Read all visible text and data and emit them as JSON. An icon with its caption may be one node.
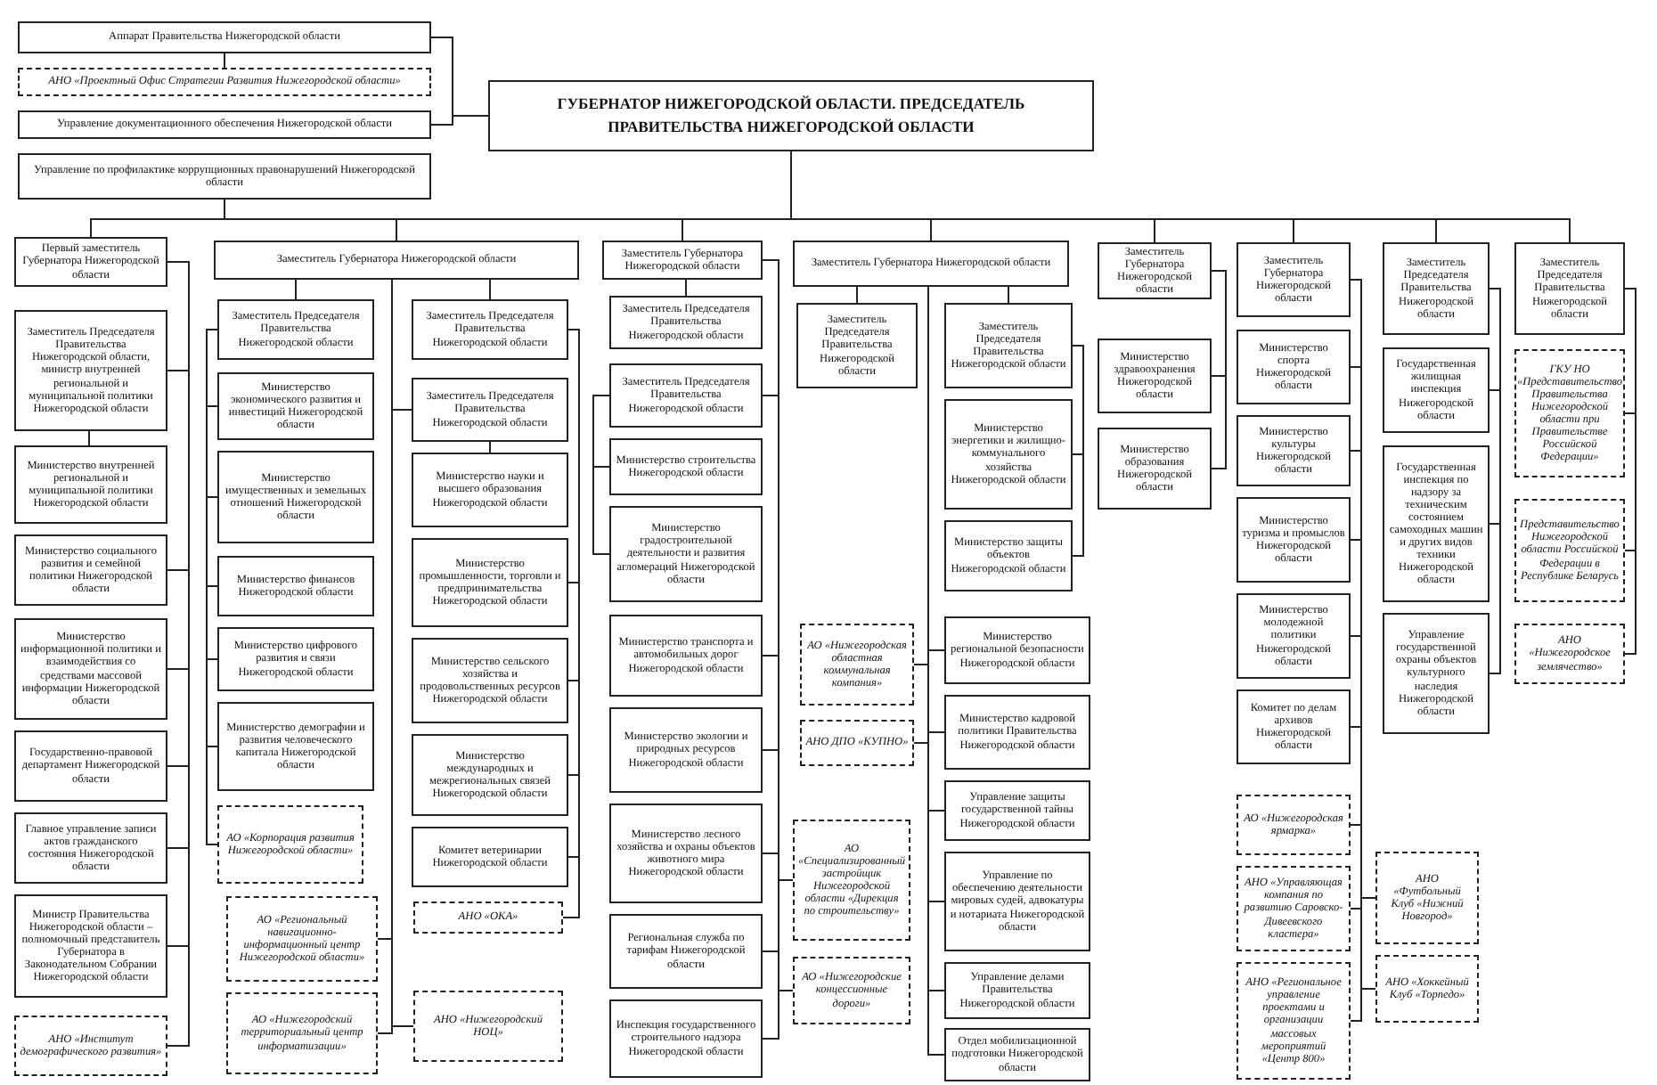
{
  "diagram": {
    "nodes": [
      {
        "text": [
          "ГУБЕРНАТОР НИЖЕГОРОДСКОЙ ОБЛАСТИ. ПРЕДСЕДАТЕЛЬ ПРАВИТЕЛЬСТВА НИЖЕГОРОДСКОЙ ОБЛАСТИ"
        ]
      },
      {
        "text": [
          "Аппарат Правительства Нижегородской области"
        ]
      },
      {
        "text": [
          "АНО «Проектный Офис Стратегии Развития Нижегородской области»"
        ]
      },
      {
        "text": [
          "Управление документационного обеспечения Нижегородской области"
        ]
      },
      {
        "text": [
          "Управление по профилактике коррупционных правонарушений Нижегородской области"
        ]
      },
      {
        "text": [
          "Первый заместитель Губернатора Нижегородской области"
        ]
      },
      {
        "text": [
          "Заместитель Губернатора Нижегородской области"
        ]
      },
      {
        "text": [
          "Заместитель Губернатора Нижегородской области"
        ]
      },
      {
        "text": [
          "Заместитель Губернатора Нижегородской области"
        ]
      },
      {
        "text": [
          "Заместитель Губернатора Нижегородской области"
        ]
      },
      {
        "text": [
          "Заместитель Губернатора Нижегородской области"
        ]
      },
      {
        "text": [
          "Заместитель Председателя Правительства Нижегородской области"
        ]
      },
      {
        "text": [
          "Заместитель Председателя Правительства Нижегородской области"
        ]
      },
      {
        "text": [
          "Заместитель Председателя Правительства Нижегородской области, министр внутренней региональной и муниципальной политики Нижегородской области"
        ]
      },
      {
        "text": [
          "Министерство внутренней региональной и муниципальной политики Нижегородской области"
        ]
      },
      {
        "text": [
          "Министерство социального развития и семейной политики Нижегородской области"
        ]
      },
      {
        "text": [
          "Министерство информационной политики и взаимодействия со средствами массовой информации Нижегородской области"
        ]
      },
      {
        "text": [
          "Государственно-правовой департамент Нижегородской области"
        ]
      },
      {
        "text": [
          "Главное управление записи актов гражданского состояния Нижегородской области"
        ]
      },
      {
        "text": [
          "Министр Правительства Нижегородской области – полномочный представитель Губернатора в Законодательном Собрании Нижегородской области"
        ]
      },
      {
        "text": [
          "АНО «Институт демографического развития»"
        ]
      },
      {
        "text": [
          "Заместитель Председателя Правительства Нижегородской области"
        ]
      },
      {
        "text": [
          "Министерство экономического развития и инвестиций Нижегородской области"
        ]
      },
      {
        "text": [
          "Министерство имущественных и земельных отношений Нижегородской области"
        ]
      },
      {
        "text": [
          "Министерство финансов Нижегородской области"
        ]
      },
      {
        "text": [
          "Министерство цифрового развития и связи Нижегородской области"
        ]
      },
      {
        "text": [
          "Министерство демографии и развития человеческого капитала Нижегородской области"
        ]
      },
      {
        "text": [
          "АО «Корпорация развития Нижегородской области»"
        ]
      },
      {
        "text": [
          "АО «Региональный навигационно-информационный центр Нижегородской области»"
        ]
      },
      {
        "text": [
          "АО «Нижегородский территориальный центр информатизации»"
        ]
      },
      {
        "text": [
          "Заместитель Председателя Правительства Нижегородской области"
        ]
      },
      {
        "text": [
          "Заместитель Председателя Правительства Нижегородской области"
        ]
      },
      {
        "text": [
          "Министерство науки и высшего образования Нижегородской области"
        ]
      },
      {
        "text": [
          "Министерство промышленности, торговли и предпринимательства Нижегородской области"
        ]
      },
      {
        "text": [
          "Министерство сельского хозяйства и продовольственных ресурсов Нижегородской области"
        ]
      },
      {
        "text": [
          "Министерство международных и межрегиональных связей Нижегородской области"
        ]
      },
      {
        "text": [
          "Комитет ветеринарии Нижегородской области"
        ]
      },
      {
        "text": [
          "АНО «ОКА»"
        ]
      },
      {
        "text": [
          "АНО «Нижегородский НОЦ»"
        ]
      },
      {
        "text": [
          "Заместитель Председателя Правительства Нижегородской области"
        ]
      },
      {
        "text": [
          "Заместитель Председателя Правительства Нижегородской области"
        ]
      },
      {
        "text": [
          "Министерство строительства Нижегородской области"
        ]
      },
      {
        "text": [
          "Министерство градостроительной деятельности и развития агломераций Нижегородской области"
        ]
      },
      {
        "text": [
          "Министерство транспорта и автомобильных дорог Нижегородской области"
        ]
      },
      {
        "text": [
          "Министерство экологии и природных ресурсов Нижегородской области"
        ]
      },
      {
        "text": [
          "Министерство лесного хозяйства и охраны объектов животного мира Нижегородской области"
        ]
      },
      {
        "text": [
          "Региональная служба по тарифам Нижегородской области"
        ]
      },
      {
        "text": [
          "Инспекция государственного строительного надзора Нижегородской области"
        ]
      },
      {
        "text": [
          "АО «Специализированный застройщик Нижегородской области «Дирекция по строительству»"
        ]
      },
      {
        "text": [
          "АО «Нижегородские концессионные дороги»"
        ]
      },
      {
        "text": [
          "Заместитель Председателя Правительства Нижегородской области"
        ]
      },
      {
        "text": [
          "Заместитель Председателя Правительства Нижегородской области"
        ]
      },
      {
        "text": [
          "Министерство энергетики и жилищно-коммунального хозяйства Нижегородской области"
        ]
      },
      {
        "text": [
          "Министерство защиты объектов Нижегородской области"
        ]
      },
      {
        "text": [
          "АО «Нижегородская областная коммунальная компания»"
        ]
      },
      {
        "text": [
          "АНО ДПО «КУПНО»"
        ]
      },
      {
        "text": [
          "Министерство региональной безопасности Нижегородской области"
        ]
      },
      {
        "text": [
          "Министерство кадровой политики Правительства Нижегородской области"
        ]
      },
      {
        "text": [
          "Управление защиты государственной тайны Нижегородской области"
        ]
      },
      {
        "text": [
          "Управление по обеспечению деятельности мировых судей, адвокатуры и нотариата Нижегородской области"
        ]
      },
      {
        "text": [
          "Управление делами Правительства Нижегородской области"
        ]
      },
      {
        "text": [
          "Отдел мобилизационной подготовки Нижегородской области"
        ]
      },
      {
        "text": [
          "Министерство здравоохранения Нижегородской области"
        ]
      },
      {
        "text": [
          "Министерство образования Нижегородской области"
        ]
      },
      {
        "text": [
          "Министерство спорта Нижегородской области"
        ]
      },
      {
        "text": [
          "Министерство культуры Нижегородской области"
        ]
      },
      {
        "text": [
          "Министерство туризма и промыслов Нижегородской области"
        ]
      },
      {
        "text": [
          "Министерство молодежной политики Нижегородской области"
        ]
      },
      {
        "text": [
          "Комитет по делам архивов Нижегородской области"
        ]
      },
      {
        "text": [
          "АО «Нижегородская ярмарка»"
        ]
      },
      {
        "text": [
          "АНО «Управляющая компания по развитию Саровско-Дивеевского кластера»"
        ]
      },
      {
        "text": [
          "АНО «Региональное управление проектами и организации массовых мероприятий «Центр 800»"
        ]
      },
      {
        "text": [
          "АНО «Футбольный Клуб «Нижний Новгород»"
        ]
      },
      {
        "text": [
          "АНО «Хоккейный Клуб «Торпедо»"
        ]
      },
      {
        "text": [
          "Государственная жилищная инспекция Нижегородской области"
        ]
      },
      {
        "text": [
          "Государственная инспекция по надзору за техническим состоянием самоходных машин и других видов техники Нижегородской области"
        ]
      },
      {
        "text": [
          "Управление государственной охраны объектов культурного наследия Нижегородской области"
        ]
      },
      {
        "text": [
          "ГКУ НО «Представительство Правительства Нижегородской области при Правительстве Российской Федерации»"
        ]
      },
      {
        "text": [
          "Представительство Нижегородской области Российской Федерации в Республике Беларусь"
        ]
      },
      {
        "text": [
          "АНО «Нижегородское землячество»"
        ]
      }
    ],
    "edges": [
      {
        "from": 0,
        "to": 1,
        "arrow": "none"
      },
      {
        "from": 0,
        "to": 3,
        "arrow": "none"
      },
      {
        "from": 0,
        "to": 4,
        "arrow": "none"
      },
      {
        "from": 1,
        "to": 2,
        "arrow": "none"
      },
      {
        "from": 0,
        "to": 5,
        "arrow": "none"
      },
      {
        "from": 0,
        "to": 6,
        "arrow": "none"
      },
      {
        "from": 0,
        "to": 7,
        "arrow": "none"
      },
      {
        "from": 0,
        "to": 8,
        "arrow": "none"
      },
      {
        "from": 0,
        "to": 9,
        "arrow": "none"
      },
      {
        "from": 0,
        "to": 10,
        "arrow": "none"
      },
      {
        "from": 0,
        "to": 11,
        "arrow": "none"
      },
      {
        "from": 0,
        "to": 12,
        "arrow": "none"
      },
      {
        "from": 5,
        "to": 13,
        "arrow": "none"
      },
      {
        "from": 5,
        "to": 15,
        "arrow": "none"
      },
      {
        "from": 5,
        "to": 16,
        "arrow": "none"
      },
      {
        "from": 5,
        "to": 17,
        "arrow": "none"
      },
      {
        "from": 5,
        "to": 18,
        "arrow": "none"
      },
      {
        "from": 5,
        "to": 19,
        "arrow": "none"
      },
      {
        "from": 5,
        "to": 20,
        "arrow": "none"
      },
      {
        "from": 13,
        "to": 14,
        "arrow": "none"
      },
      {
        "from": 6,
        "to": 21,
        "arrow": "none"
      },
      {
        "from": 6,
        "to": 30,
        "arrow": "none"
      },
      {
        "from": 6,
        "to": 31,
        "arrow": "none"
      },
      {
        "from": 6,
        "to": 28,
        "arrow": "none"
      },
      {
        "from": 6,
        "to": 29,
        "arrow": "none"
      },
      {
        "from": 6,
        "to": 38,
        "arrow": "none"
      },
      {
        "from": 21,
        "to": 22,
        "arrow": "none"
      },
      {
        "from": 21,
        "to": 23,
        "arrow": "none"
      },
      {
        "from": 21,
        "to": 24,
        "arrow": "none"
      },
      {
        "from": 21,
        "to": 25,
        "arrow": "none"
      },
      {
        "from": 21,
        "to": 26,
        "arrow": "none"
      },
      {
        "from": 21,
        "to": 27,
        "arrow": "none"
      },
      {
        "from": 30,
        "to": 33,
        "arrow": "none"
      },
      {
        "from": 30,
        "to": 34,
        "arrow": "none"
      },
      {
        "from": 30,
        "to": 35,
        "arrow": "none"
      },
      {
        "from": 30,
        "to": 36,
        "arrow": "none"
      },
      {
        "from": 30,
        "to": 37,
        "arrow": "none"
      },
      {
        "from": 31,
        "to": 32,
        "arrow": "none"
      },
      {
        "from": 7,
        "to": 39,
        "arrow": "none"
      },
      {
        "from": 7,
        "to": 40,
        "arrow": "none"
      },
      {
        "from": 7,
        "to": 43,
        "arrow": "none"
      },
      {
        "from": 7,
        "to": 44,
        "arrow": "none"
      },
      {
        "from": 7,
        "to": 45,
        "arrow": "none"
      },
      {
        "from": 7,
        "to": 46,
        "arrow": "none"
      },
      {
        "from": 7,
        "to": 47,
        "arrow": "none"
      },
      {
        "from": 7,
        "to": 48,
        "arrow": "none"
      },
      {
        "from": 7,
        "to": 49,
        "arrow": "none"
      },
      {
        "from": 40,
        "to": 41,
        "arrow": "none"
      },
      {
        "from": 40,
        "to": 42,
        "arrow": "none"
      },
      {
        "from": 8,
        "to": 50,
        "arrow": "none"
      },
      {
        "from": 8,
        "to": 51,
        "arrow": "none"
      },
      {
        "from": 51,
        "to": 52,
        "arrow": "none"
      },
      {
        "from": 51,
        "to": 53,
        "arrow": "none"
      },
      {
        "from": 8,
        "to": 54,
        "arrow": "none"
      },
      {
        "from": 8,
        "to": 55,
        "arrow": "none"
      },
      {
        "from": 8,
        "to": 56,
        "arrow": "none"
      },
      {
        "from": 8,
        "to": 57,
        "arrow": "none"
      },
      {
        "from": 8,
        "to": 58,
        "arrow": "none"
      },
      {
        "from": 8,
        "to": 59,
        "arrow": "none"
      },
      {
        "from": 8,
        "to": 60,
        "arrow": "none"
      },
      {
        "from": 8,
        "to": 61,
        "arrow": "none"
      },
      {
        "from": 9,
        "to": 62,
        "arrow": "none"
      },
      {
        "from": 9,
        "to": 63,
        "arrow": "none"
      },
      {
        "from": 10,
        "to": 64,
        "arrow": "none"
      },
      {
        "from": 10,
        "to": 65,
        "arrow": "none"
      },
      {
        "from": 10,
        "to": 66,
        "arrow": "none"
      },
      {
        "from": 10,
        "to": 67,
        "arrow": "none"
      },
      {
        "from": 10,
        "to": 68,
        "arrow": "none"
      },
      {
        "from": 10,
        "to": 69,
        "arrow": "none"
      },
      {
        "from": 10,
        "to": 70,
        "arrow": "none"
      },
      {
        "from": 10,
        "to": 71,
        "arrow": "none"
      },
      {
        "from": 10,
        "to": 72,
        "arrow": "none"
      },
      {
        "from": 10,
        "to": 73,
        "arrow": "none"
      },
      {
        "from": 11,
        "to": 74,
        "arrow": "none"
      },
      {
        "from": 11,
        "to": 75,
        "arrow": "none"
      },
      {
        "from": 11,
        "to": 76,
        "arrow": "none"
      },
      {
        "from": 12,
        "to": 77,
        "arrow": "none"
      },
      {
        "from": 12,
        "to": 78,
        "arrow": "none"
      },
      {
        "from": 12,
        "to": 79,
        "arrow": "none"
      }
    ]
  }
}
